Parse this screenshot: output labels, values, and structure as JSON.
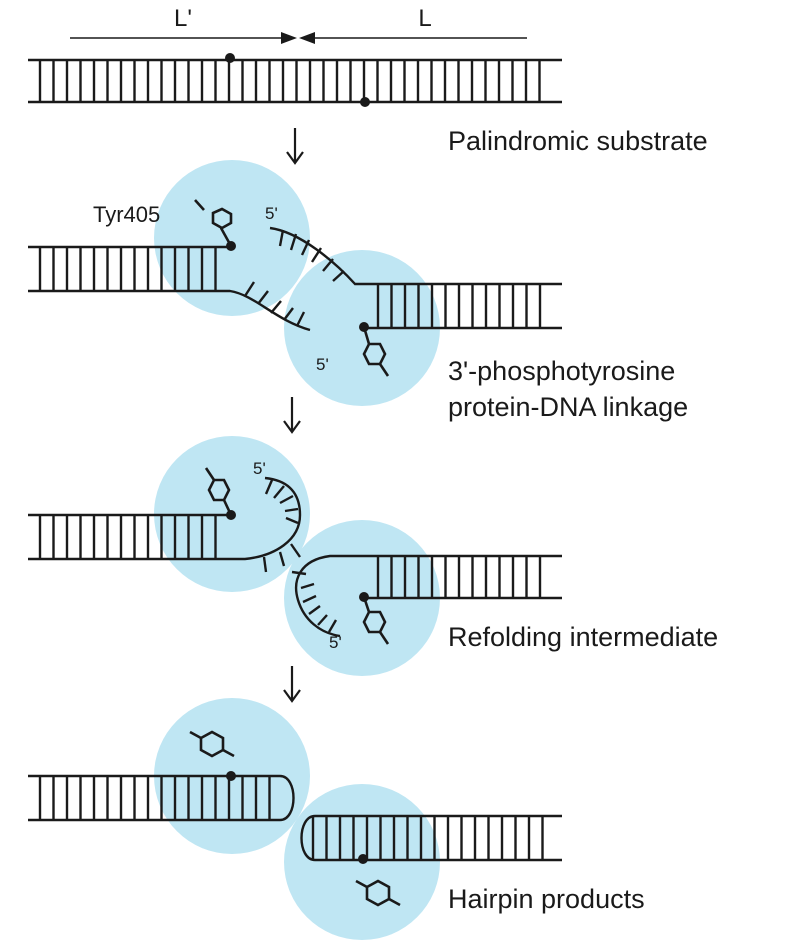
{
  "header": {
    "left_label": "L'",
    "right_label": "L"
  },
  "stages": [
    {
      "label": "Palindromic substrate"
    },
    {
      "label_line1": "3'-phosphotyrosine",
      "label_line2": "protein-DNA linkage",
      "tyr_label": "Tyr405",
      "end_top": "5'",
      "end_bottom": "5'"
    },
    {
      "label": "Refolding intermediate",
      "end_top": "5'",
      "end_bottom": "5'"
    },
    {
      "label": "Hairpin products"
    }
  ],
  "colors": {
    "protein": "#bfe6f3",
    "dna": "#1a1a1a",
    "background": "#ffffff"
  },
  "icons": [
    "down-arrow-icon",
    "tyrosine-icon",
    "phosphate-dot"
  ]
}
